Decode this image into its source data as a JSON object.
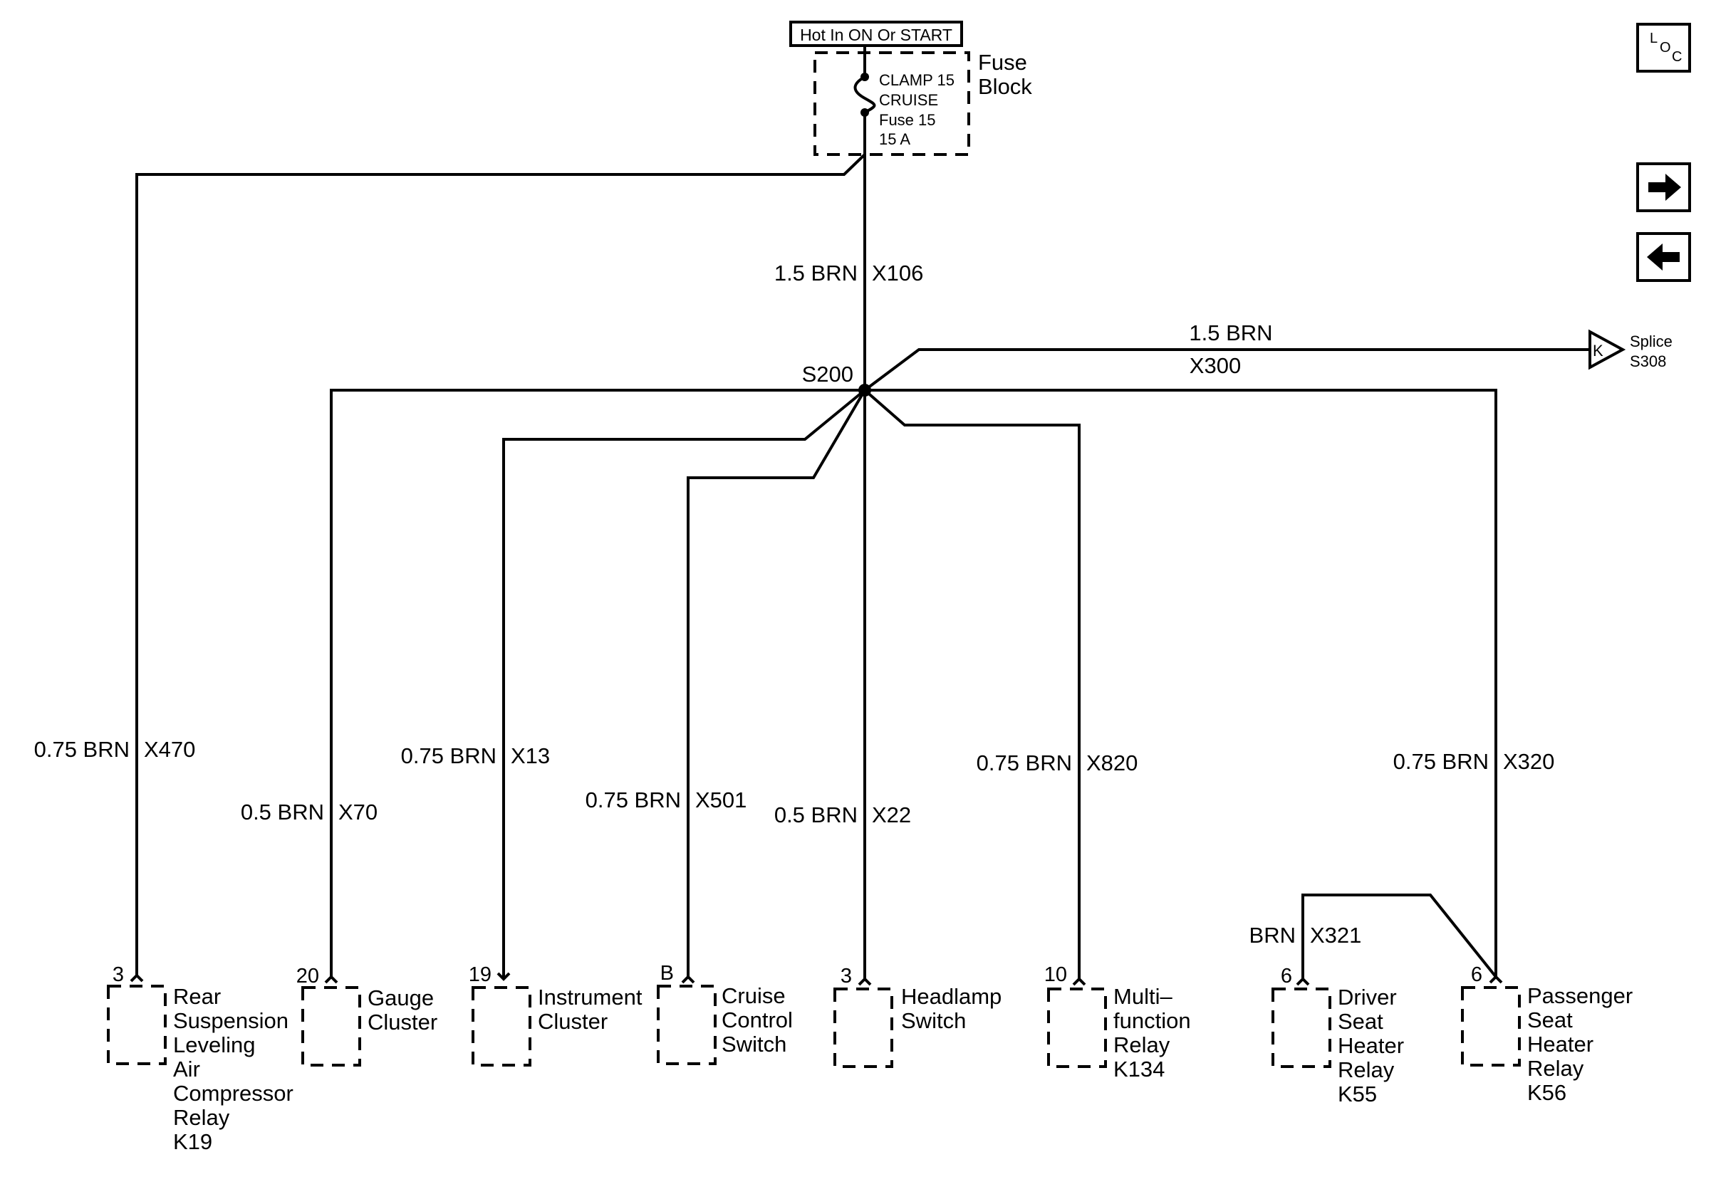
{
  "header": {
    "hot_label": "Hot In ON Or START",
    "fuse_block_label": [
      "Fuse",
      "Block"
    ],
    "fuse_lines": [
      "CLAMP 15",
      "CRUISE",
      "Fuse 15",
      "15 A"
    ]
  },
  "nav": {
    "loc_letters": [
      "L",
      "O",
      "C"
    ],
    "next_icon": "arrow-right-icon",
    "prev_icon": "arrow-left-icon"
  },
  "main_wire": {
    "gauge_color": "1.5 BRN",
    "circuit": "X106"
  },
  "splice": {
    "name": "S200"
  },
  "splice_out": {
    "gauge_color": "1.5 BRN",
    "circuit": "X300",
    "connector_letter": "K",
    "target": [
      "Splice",
      "S308"
    ]
  },
  "wires": [
    {
      "gauge_color": "0.75 BRN",
      "circuit": "X470",
      "pin": "3",
      "component": [
        "Rear",
        "Suspension",
        "Leveling",
        "Air",
        "Compressor",
        "Relay",
        "K19"
      ]
    },
    {
      "gauge_color": "0.5 BRN",
      "circuit": "X70",
      "pin": "20",
      "component": [
        "Gauge",
        "Cluster"
      ]
    },
    {
      "gauge_color": "0.75 BRN",
      "circuit": "X13",
      "pin": "19",
      "component": [
        "Instrument",
        "Cluster"
      ]
    },
    {
      "gauge_color": "0.75 BRN",
      "circuit": "X501",
      "pin": "B",
      "component": [
        "Cruise",
        "Control",
        "Switch"
      ]
    },
    {
      "gauge_color": "0.5 BRN",
      "circuit": "X22",
      "pin": "3",
      "component": [
        "Headlamp",
        "Switch"
      ]
    },
    {
      "gauge_color": "0.75 BRN",
      "circuit": "X820",
      "pin": "10",
      "component": [
        "Multi–",
        "function",
        "Relay",
        "K134"
      ]
    },
    {
      "gauge_color": "BRN",
      "circuit": "X321",
      "pin": "6",
      "component": [
        "Driver",
        "Seat",
        "Heater",
        "Relay",
        "K55"
      ]
    },
    {
      "gauge_color": "0.75 BRN",
      "circuit": "X320",
      "pin": "6",
      "component": [
        "Passenger",
        "Seat",
        "Heater",
        "Relay",
        "K56"
      ]
    }
  ]
}
